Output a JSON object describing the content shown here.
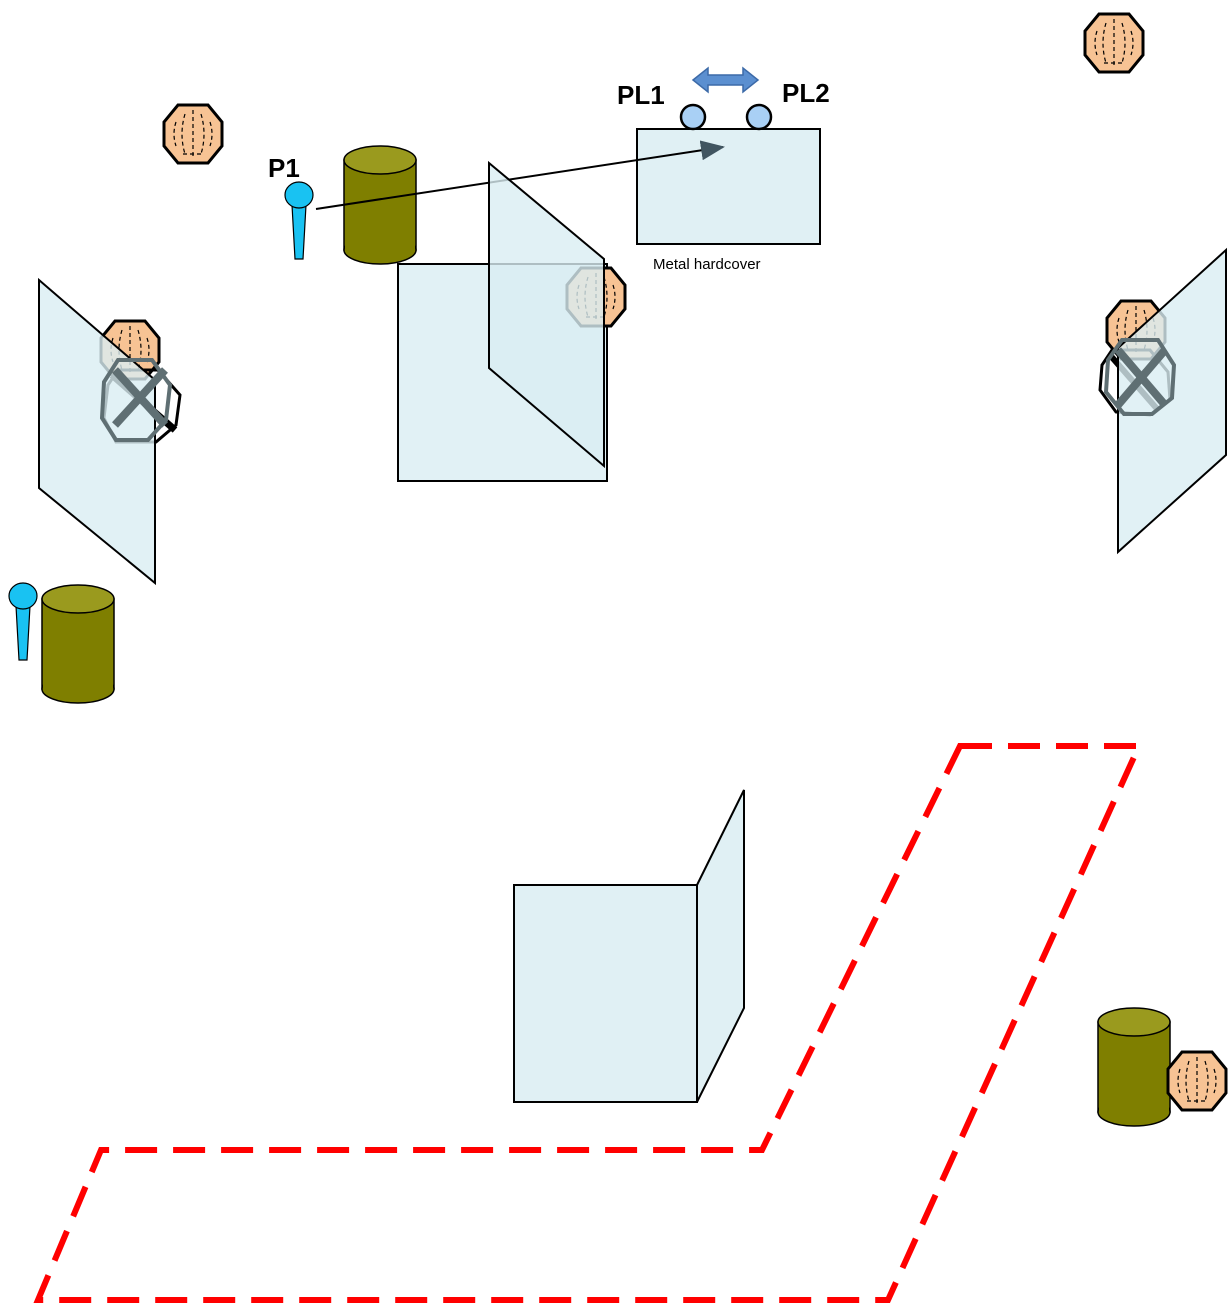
{
  "labels": {
    "p1": "P1",
    "pl1": "PL1",
    "pl2": "PL2",
    "metal_hardcover": "Metal hardcover"
  },
  "colors": {
    "glass": "#daedf2",
    "head": "#f7c394",
    "can": "#7f7f00",
    "mic": "#19c2f2",
    "pl_circle": "#a9d0f5",
    "arrow": "#5b8fd0",
    "boundary": "#ff0000",
    "cross": "#5f6f73"
  },
  "icons": [
    "head-icon",
    "speaker-can-icon",
    "microphone-icon",
    "crossed-head-icon",
    "double-arrow-icon"
  ]
}
